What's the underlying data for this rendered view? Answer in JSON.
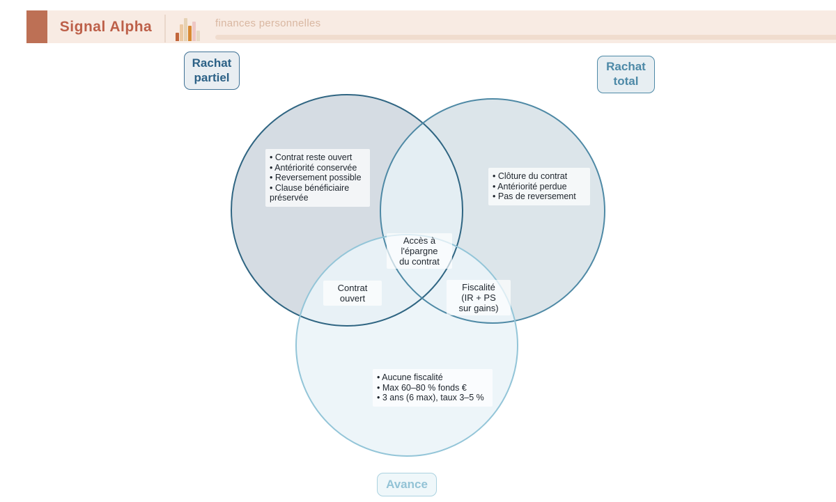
{
  "header": {
    "brand": "Signal Alpha",
    "topic": "finances personnelles",
    "logo_icon": "bar-chart-icon"
  },
  "colors": {
    "brand_accent": "#bd6049",
    "header_block": "#bd7055",
    "header_band": "#f8ebe3",
    "set_partiel_border": "#2f6582",
    "set_total_border": "#4e89a5",
    "set_avance_border": "#93c5d8"
  },
  "diagram": {
    "type": "venn",
    "sets": [
      {
        "label": "Rachat partiel",
        "items": [
          "Contrat reste ouvert",
          "Antériorité conservée",
          "Reversement possible",
          "Clause bénéficiaire préservée"
        ]
      },
      {
        "label": "Rachat total",
        "items": [
          "Clôture du contrat",
          "Antériorité perdue",
          "Pas de reversement"
        ]
      },
      {
        "label": "Avance",
        "items": [
          "Aucune fiscalité",
          "Max 60–80 % fonds €",
          "3 ans (6 max), taux 3–5 %"
        ]
      }
    ],
    "overlaps": {
      "center": {
        "lines": [
          "Accès à",
          "l'épargne",
          "du contrat"
        ]
      },
      "partiel_avance": {
        "lines": [
          "Contrat",
          "ouvert"
        ]
      },
      "total_avance": {
        "lines": [
          "Fiscalité",
          "(IR + PS",
          "sur gains)"
        ]
      }
    }
  }
}
